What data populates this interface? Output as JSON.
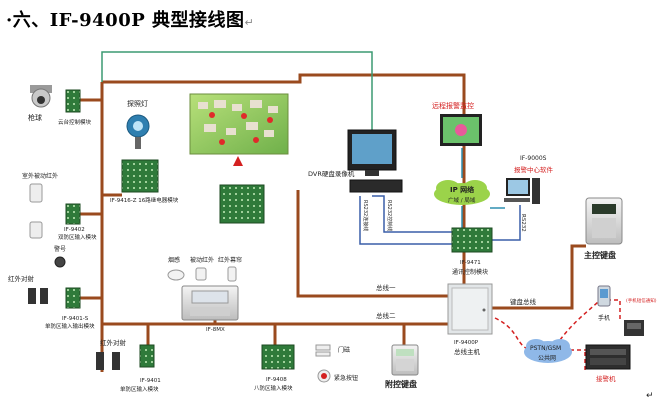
{
  "title": "·六、IF-9400P 典型接线图",
  "paragraph_mark": "↵",
  "colors": {
    "bus": "#9a4a1e",
    "network": "#2f8fb0",
    "rs232": "#3a5ea8",
    "cloud": "#9bd34a",
    "pstn_cloud": "#8fb8e8",
    "alarm_text": "#d42020",
    "pcb": "#2f7a3a"
  },
  "labels": {
    "dome_camera": "枪球",
    "pan_tilt_module": "云台控制模块",
    "searchlight": "探照灯",
    "relay_board": "IF-9416-Z 16路继电器模块",
    "outdoor_pir": "室外被动红外",
    "zone_module_2": "IF-9402",
    "zone_module_2_desc": "双防区输入模块",
    "siren": "警号",
    "ir_beam_1": "红外对射",
    "zone_module_1s": "IF-9401-S",
    "zone_module_1s_desc": "单防区输入输出模块",
    "ir_beam_2": "红外对射",
    "zone_module_1": "IF-9401",
    "zone_module_1_desc": "单防区输入模块",
    "smoke": "烟感",
    "motion_ir": "被动红外",
    "ir_curtain": "红外幕帘",
    "bmx": "IF-8MX",
    "zone_module_8": "IF-9408",
    "zone_module_8_desc": "八防区输入模块",
    "door_magnet": "门磁",
    "panic_button": "紧急按钮",
    "aux_keypad": "附控键盘",
    "dvr": "DVR硬盘录像机",
    "rs232_conn": "RS232连接线",
    "rs232_ctrl": "RS232控制线",
    "rs232": "RS232",
    "remote_monitor": "远程报警监控",
    "ip_network": "IP 网络",
    "wan_lan": "广域 / 局域",
    "center_model": "IF-9000S",
    "center_software": "报警中心软件",
    "comm_module": "IF-9471",
    "comm_module_desc": "通讯控制模块",
    "main_keypad": "主控键盘",
    "bus_1": "总线一",
    "bus_2": "总线二",
    "keypad_bus": "键盘总线",
    "host_model": "IF-9400P",
    "host_desc": "总线主机",
    "pstn": "PSTN/GSM",
    "public_net": "公共网",
    "mobile": "手机",
    "alarm_unit": "接警机",
    "mobile_note": "(手机短信通知)"
  }
}
